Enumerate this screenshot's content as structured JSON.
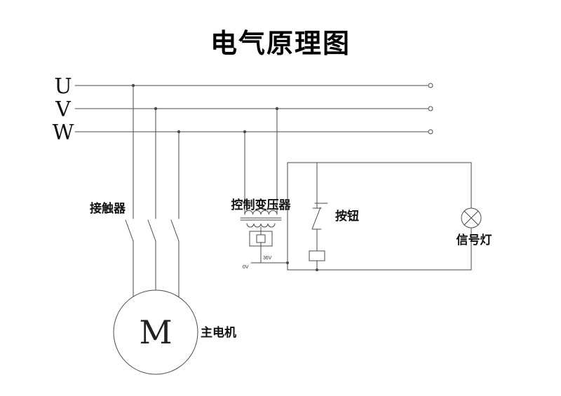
{
  "title": "电气原理图",
  "diagram_type": "electrical-schematic",
  "phases": {
    "u": "U",
    "v": "V",
    "w": "W"
  },
  "labels": {
    "contactor": "接触器",
    "transformer": "控制变压器",
    "button": "按钮",
    "lamp": "信号灯",
    "motor_letter": "M",
    "motor": "主电机",
    "v36": "36V",
    "v0": "0V"
  },
  "colors": {
    "background": "#ffffff",
    "line": "#4a4a4a",
    "text": "#111111",
    "title": "#000000"
  }
}
